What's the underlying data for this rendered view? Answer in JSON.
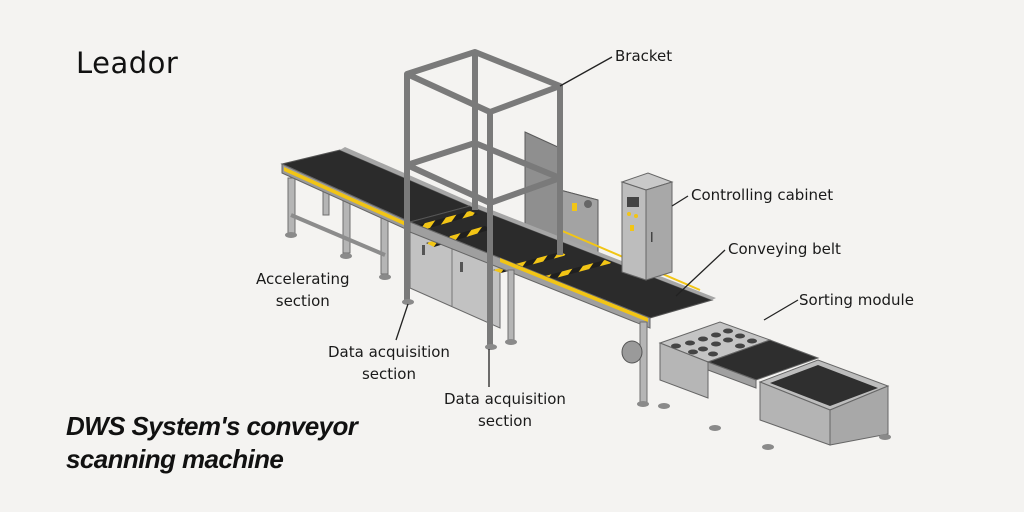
{
  "brand": {
    "logo": "Leador"
  },
  "title": {
    "line1": "DWS System's conveyor",
    "line2": "scanning machine"
  },
  "labels": {
    "bracket": "Bracket",
    "controlling_cabinet": "Controlling cabinet",
    "conveying_belt": "Conveying belt",
    "sorting_module": "Sorting module",
    "accelerating_section": {
      "line1": "Accelerating",
      "line2": "section"
    },
    "data_acquisition_1": {
      "line1": "Data acquisition",
      "line2": "section"
    },
    "data_acquisition_2": {
      "line1": "Data acquisition",
      "line2": "section"
    }
  },
  "colors": {
    "background": "#f4f3f1",
    "belt": "#2b2b2b",
    "frame": "#a9a9a9",
    "accent_yellow": "#f2c515"
  }
}
